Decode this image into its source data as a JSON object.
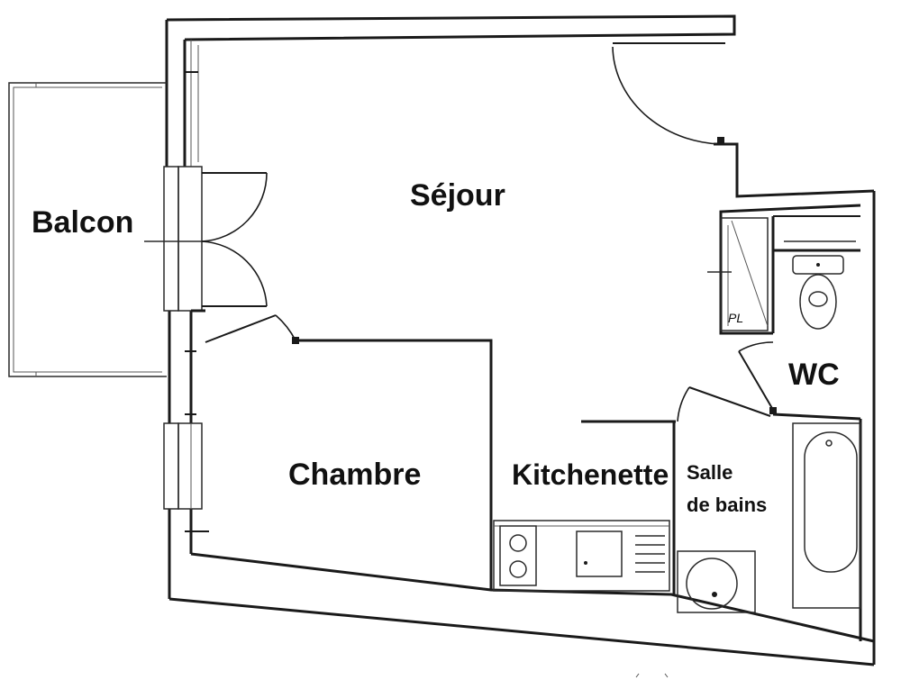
{
  "rooms": {
    "sejour": "Séjour",
    "balcon": "Balcon",
    "chambre": "Chambre",
    "kitchenette": "Kitchenette",
    "salle_de_bains_line1": "Salle",
    "salle_de_bains_line2": "de bains",
    "wc": "WC"
  },
  "fixtures": {
    "placard": "PL"
  }
}
